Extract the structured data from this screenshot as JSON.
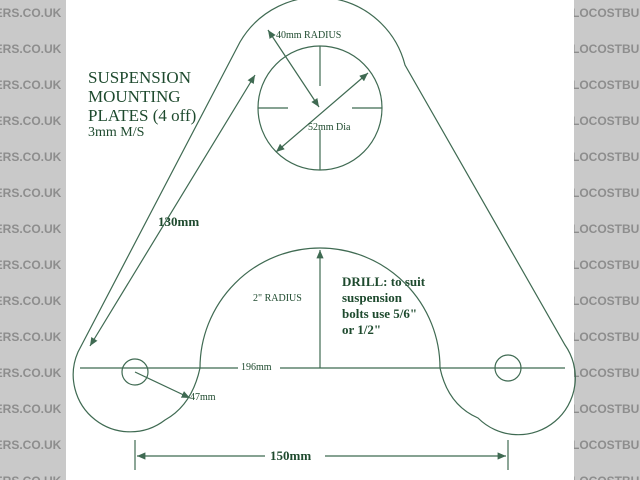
{
  "watermark": "LOCOSTBUILDERS.CO.UK",
  "title": {
    "line1": "SUSPENSION",
    "line2": "MOUNTING",
    "line3": "PLATES (4 off)",
    "material": "3mm M/S"
  },
  "dimensions": {
    "radius_top": "40mm RADIUS",
    "hole_dia": "52mm Dia",
    "edge_length": "130mm",
    "inner_radius": "2\" RADIUS",
    "span": "196mm",
    "lobe": "47mm",
    "hole_spacing": "150mm"
  },
  "note": {
    "line1": "DRILL: to suit",
    "line2": "suspension",
    "line3": "bolts use 5/6\"",
    "line4": "or 1/2\""
  },
  "colors": {
    "line": "#3f6a52",
    "text": "#1e4a2e",
    "watermark_bg": "#c9c9c9"
  }
}
